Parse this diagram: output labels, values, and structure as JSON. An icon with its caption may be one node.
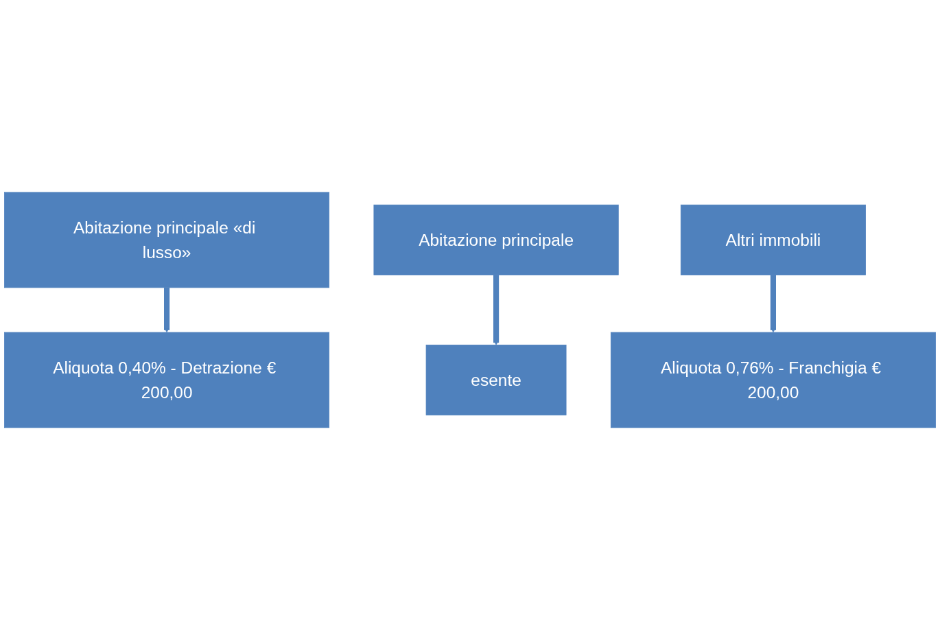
{
  "diagram": {
    "nodes": [
      {
        "text": [
          "Abitazione principale «di lusso»"
        ]
      },
      {
        "text": [
          "Aliquota 0,40% - Detrazione € 200,00"
        ]
      },
      {
        "text": [
          "Abitazione principale"
        ]
      },
      {
        "text": [
          "esente"
        ]
      },
      {
        "text": [
          "Altri immobili"
        ]
      },
      {
        "text": [
          "Aliquota 0,76% - Franchigia € 200,00"
        ]
      }
    ],
    "edges": [
      {
        "from": 0,
        "to": 1,
        "arrow": "to"
      },
      {
        "from": 2,
        "to": 3,
        "arrow": "to"
      },
      {
        "from": 4,
        "to": 5,
        "arrow": "to"
      }
    ]
  }
}
